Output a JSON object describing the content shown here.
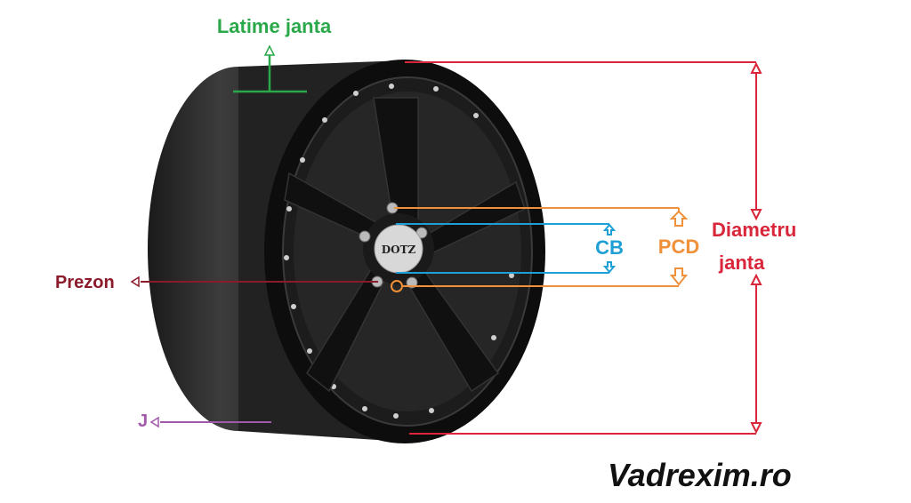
{
  "labels": {
    "width": "Latime janta",
    "diameter_line1": "Diametru",
    "diameter_line2": "janta",
    "cb": "CB",
    "pcd": "PCD",
    "stud": "Prezon",
    "offset": "J",
    "logo_cap": "DOTZ",
    "watermark": "Vadrexim.ro"
  },
  "colors": {
    "width": "#2aa84a",
    "diameter": "#d9263a",
    "cb": "#1e9fd6",
    "pcd": "#f0913a",
    "stud": "#8b1a2a",
    "offset": "#a05aa8"
  }
}
